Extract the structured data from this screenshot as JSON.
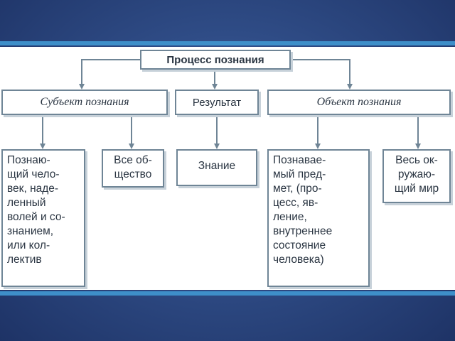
{
  "diagram": {
    "root": {
      "label": "Процесс познания"
    },
    "branches": [
      {
        "id": "subject",
        "label": "Субъект познания"
      },
      {
        "id": "result",
        "label": "Результат"
      },
      {
        "id": "object",
        "label": "Объект познания"
      }
    ],
    "leaves": [
      {
        "parent": "subject",
        "text": "Познаю-\nщий чело-\nвек, наде-\nленный\nволей и со-\nзнанием,\nили кол-\nлектив"
      },
      {
        "parent": "subject",
        "text": "Все об-\nщество"
      },
      {
        "parent": "result",
        "text": "Знание"
      },
      {
        "parent": "object",
        "text": "Познавае-\nмый пред-\nмет, (про-\nцесс, яв-\nление,\nвнутреннее\nсостояние\nчеловека)"
      },
      {
        "parent": "object",
        "text": "Весь ок-\nружаю-\nщий мир"
      }
    ],
    "colors": {
      "background": "#2f4c86",
      "band": "#3e8fc9",
      "border": "#6f8596",
      "connector": "#6f8596",
      "text": "#2a3542"
    }
  }
}
